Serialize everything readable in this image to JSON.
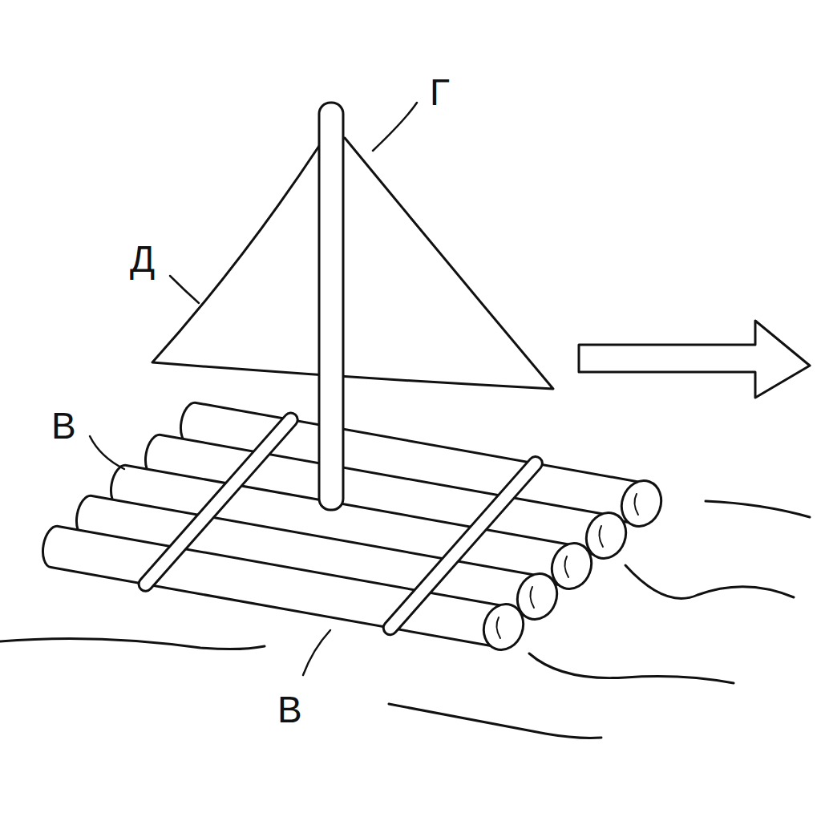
{
  "diagram": {
    "labels": [
      "Г",
      "Д",
      "В",
      "В"
    ]
  }
}
